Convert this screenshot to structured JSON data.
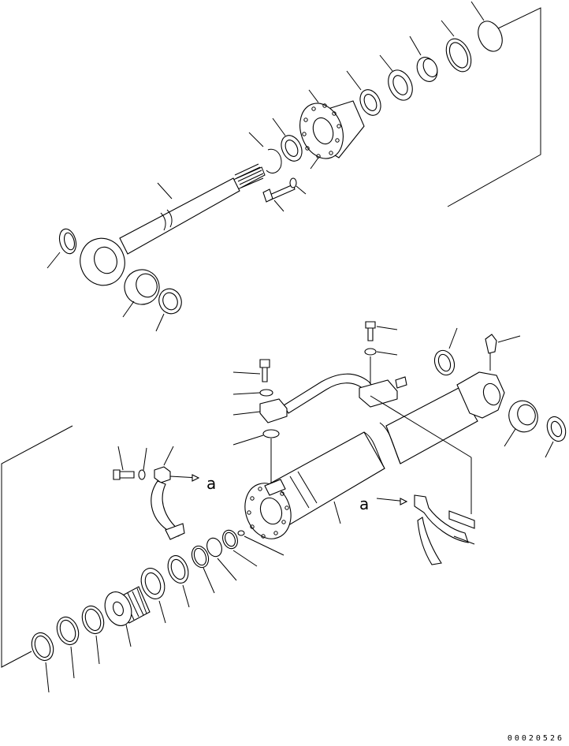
{
  "diagram": {
    "drawing_number": "00020526",
    "view_marker_left": "a",
    "view_marker_right": "a"
  }
}
